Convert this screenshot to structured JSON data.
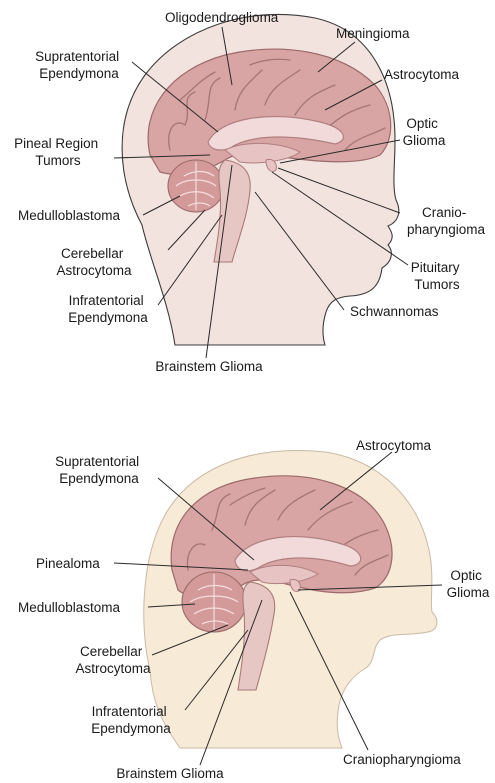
{
  "top_diagram": {
    "labels": {
      "oligodendroglioma": "Oligodendroglioma",
      "meningioma": "Meningioma",
      "supratentorial_ependymona": [
        "Supratentorial",
        "Ependymona"
      ],
      "astrocytoma": "Astrocytoma",
      "optic_glioma": [
        "Optic",
        "Glioma"
      ],
      "pineal_region_tumors": [
        "Pineal Region",
        "Tumors"
      ],
      "medulloblastoma": "Medulloblastoma",
      "craniopharyngioma": [
        "Cranio-",
        "pharyngioma"
      ],
      "cerebellar_astrocytoma": [
        "Cerebellar",
        "Astrocytoma"
      ],
      "pituitary_tumors": [
        "Pituitary",
        "Tumors"
      ],
      "infratentorial_ependymona": [
        "Infratentorial",
        "Ependymona"
      ],
      "schwannomas": "Schwannomas",
      "brainstem_glioma": "Brainstem Glioma"
    }
  },
  "bottom_diagram": {
    "labels": {
      "supratentorial_ependymona": [
        "Supratentorial",
        "Ependymona"
      ],
      "astrocytoma": "Astrocytoma",
      "pinealoma": "Pinealoma",
      "optic_glioma": [
        "Optic",
        "Glioma"
      ],
      "medulloblastoma": "Medulloblastoma",
      "cerebellar_astrocytoma": [
        "Cerebellar",
        "Astrocytoma"
      ],
      "infratentorial_ependymona": [
        "Infratentorial",
        "Ependymona"
      ],
      "craniopharyngioma": "Craniopharyngioma",
      "brainstem_glioma": "Brainstem Glioma"
    }
  },
  "colors": {
    "cortex": "#d9a4a4",
    "head_adult": "#f3e3df",
    "head_child": "#f7ead6"
  }
}
